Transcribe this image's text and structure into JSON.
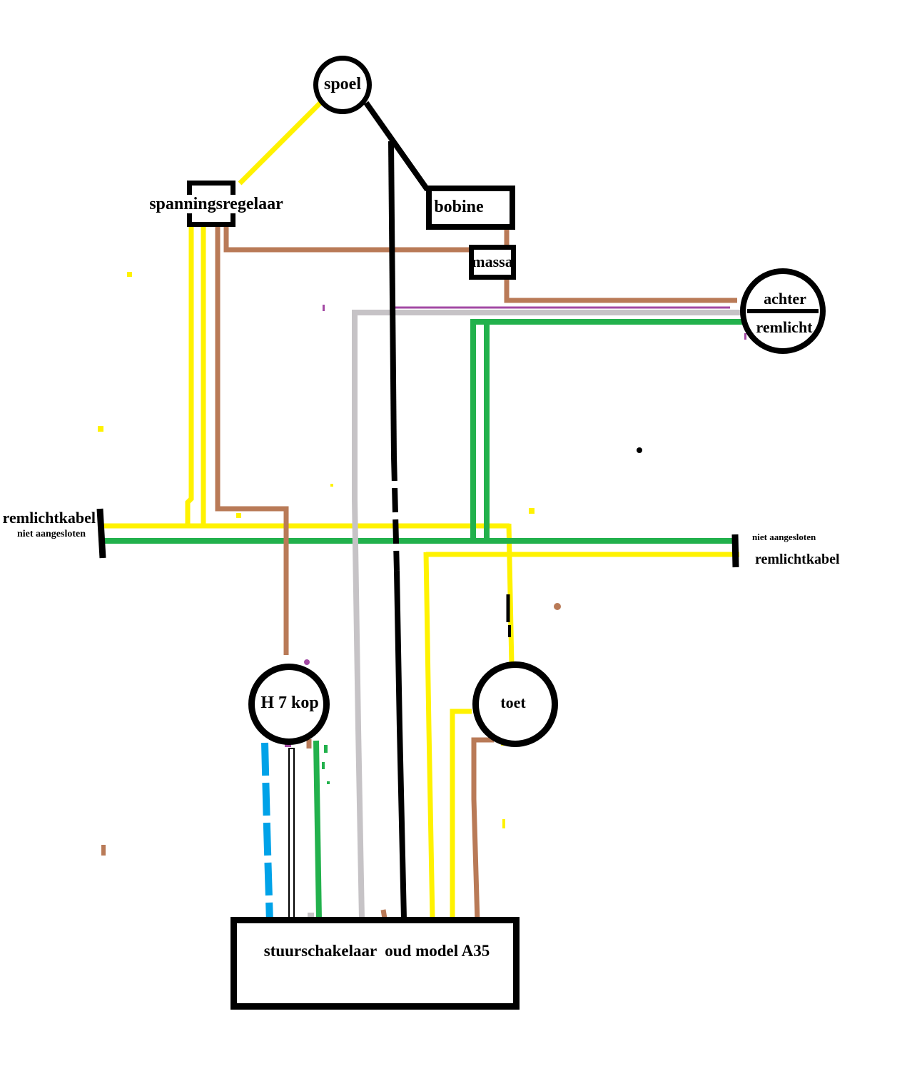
{
  "palette": {
    "yellow": "#FFF200",
    "green": "#22B14C",
    "brown": "#B97A57",
    "gray": "#C6C3C6",
    "purple": "#A349A4",
    "blue": "#00A2E8",
    "black": "#000000",
    "white": "#FFFFFF"
  },
  "nodes": {
    "spoel": {
      "label": "spoel",
      "shape": "circle"
    },
    "spanningsregelaar": {
      "label": "spanningsregelaar",
      "shape": "box"
    },
    "bobine": {
      "label": "bobine",
      "shape": "box"
    },
    "massa": {
      "label": "massa",
      "shape": "box"
    },
    "achter_remlicht": {
      "label_top": "achter",
      "label_bottom": "remlicht",
      "shape": "circle"
    },
    "h7_kop": {
      "label": "H 7 kop",
      "shape": "circle"
    },
    "toet": {
      "label": "toet",
      "shape": "circle"
    },
    "stuurschakelaar": {
      "label": "stuurschakelaar  oud model A35",
      "shape": "box"
    }
  },
  "terminals": {
    "left": {
      "label": "remlichtkabel",
      "note": "niet aangesloten"
    },
    "right": {
      "note": "niet aangesloten",
      "label": "remlichtkabel"
    }
  },
  "wires": [
    {
      "from": "spoel",
      "to": "spanningsregelaar",
      "color": "yellow"
    },
    {
      "from": "spoel",
      "to": "bobine",
      "color": "black"
    },
    {
      "from": "spoel",
      "to": "stuurschakelaar",
      "color": "black"
    },
    {
      "from": "bobine",
      "to": "massa",
      "color": "brown"
    },
    {
      "from": "spanningsregelaar",
      "to": "massa",
      "color": "brown"
    },
    {
      "from": "massa",
      "to": "achter_remlicht",
      "color": "brown"
    },
    {
      "from": "massa",
      "to": "achter_remlicht",
      "color": "purple"
    },
    {
      "from": "spanningsregelaar",
      "to": "remlichtkabel_links",
      "color": "yellow",
      "count": 2
    },
    {
      "from": "spanningsregelaar",
      "to": "h7_kop",
      "color": "brown"
    },
    {
      "from": "remlichtkabel_links",
      "to": "toet",
      "color": "yellow"
    },
    {
      "from": "remlichtkabel_links",
      "to": "remlichtkabel_rechts",
      "color": "green"
    },
    {
      "from": "achter_remlicht",
      "to": "remlichtkabel_links",
      "color": "green",
      "count": 2
    },
    {
      "from": "achter_remlicht",
      "to": "stuurschakelaar",
      "color": "gray"
    },
    {
      "from": "remlichtkabel_rechts",
      "to": "stuurschakelaar",
      "color": "yellow"
    },
    {
      "from": "toet",
      "to": "stuurschakelaar",
      "color": "yellow"
    },
    {
      "from": "toet",
      "to": "stuurschakelaar",
      "color": "brown"
    },
    {
      "from": "h7_kop",
      "to": "stuurschakelaar",
      "color": "blue"
    },
    {
      "from": "h7_kop",
      "to": "stuurschakelaar",
      "color": "black-thin"
    },
    {
      "from": "h7_kop",
      "to": "stuurschakelaar",
      "color": "green"
    }
  ]
}
